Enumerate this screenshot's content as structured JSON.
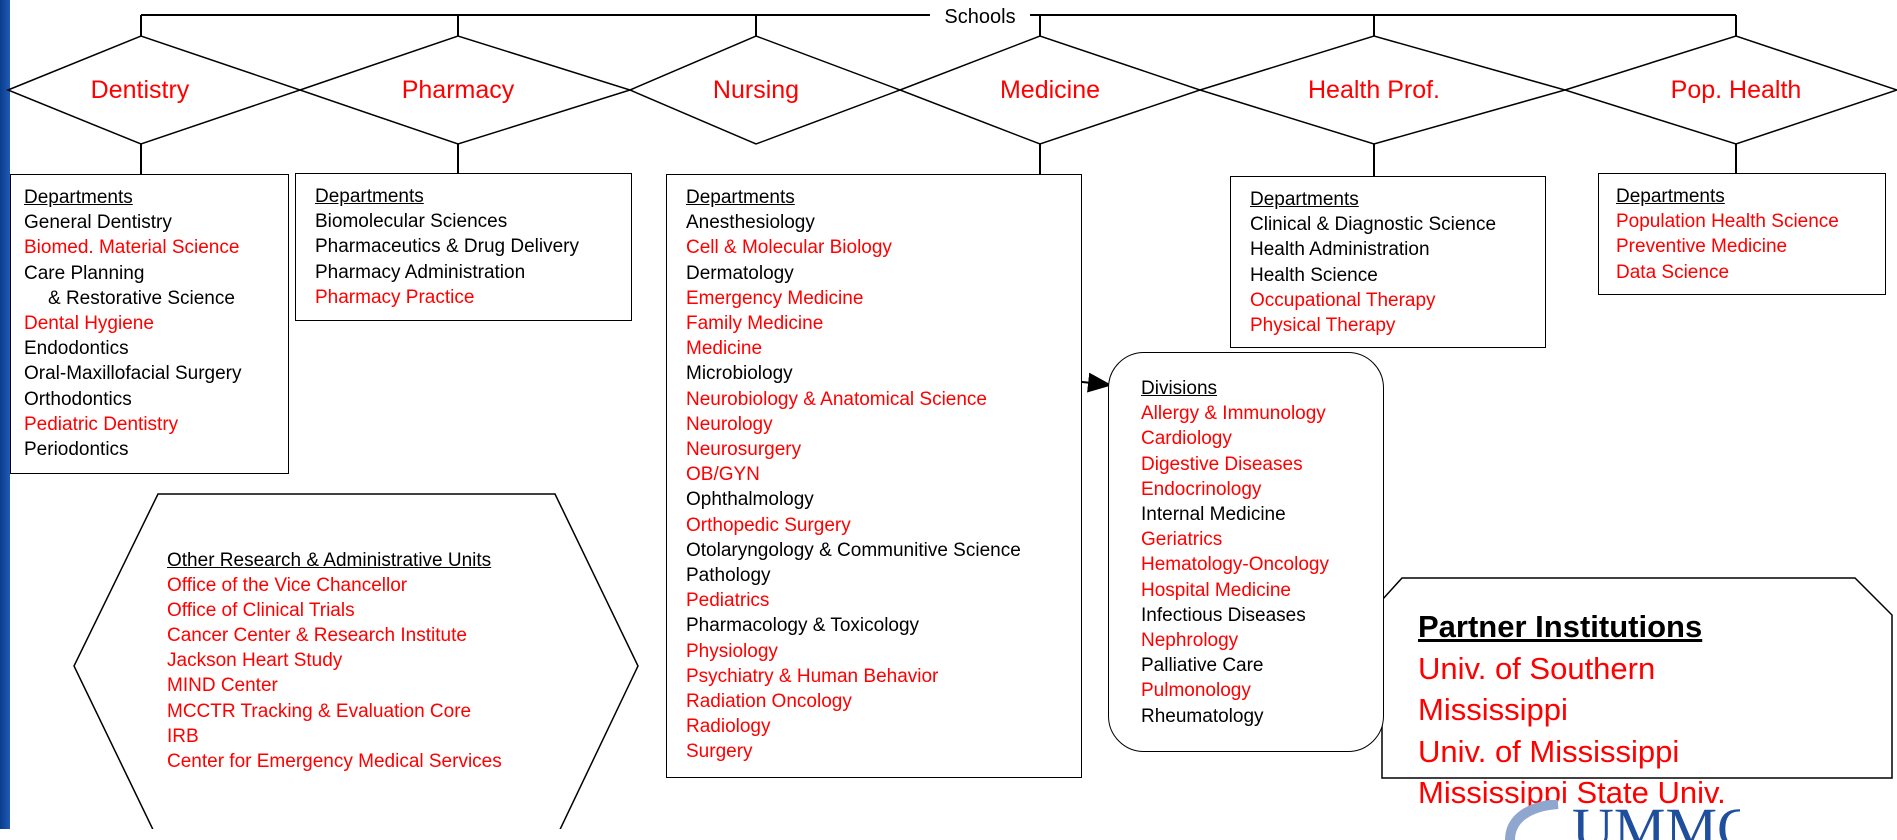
{
  "diagram": {
    "schools_title": "Schools",
    "schools": [
      {
        "label": "Dentistry"
      },
      {
        "label": "Pharmacy"
      },
      {
        "label": "Nursing"
      },
      {
        "label": "Medicine"
      },
      {
        "label": "Health Prof."
      },
      {
        "label": "Pop. Health"
      }
    ],
    "departments": {
      "dentistry": {
        "heading": "Departments",
        "items": [
          {
            "text": "General Dentistry",
            "color": "#000000"
          },
          {
            "text": "Biomed. Material Science",
            "color": "#ff0000"
          },
          {
            "text": "Care Planning",
            "color": "#000000"
          },
          {
            "text": "& Restorative Science",
            "color": "#000000"
          },
          {
            "text": "Dental Hygiene",
            "color": "#ff0000"
          },
          {
            "text": "Endodontics",
            "color": "#000000"
          },
          {
            "text": "Oral-Maxillofacial Surgery",
            "color": "#000000"
          },
          {
            "text": "Orthodontics",
            "color": "#000000"
          },
          {
            "text": "Pediatric Dentistry",
            "color": "#ff0000"
          },
          {
            "text": "Periodontics",
            "color": "#000000"
          }
        ]
      },
      "pharmacy": {
        "heading": "Departments",
        "items": [
          {
            "text": "Biomolecular Sciences",
            "color": "#000000"
          },
          {
            "text": "Pharmaceutics & Drug Delivery",
            "color": "#000000"
          },
          {
            "text": "Pharmacy Administration",
            "color": "#000000"
          },
          {
            "text": "Pharmacy Practice",
            "color": "#ff0000"
          }
        ]
      },
      "medicine": {
        "heading": "Departments",
        "items": [
          {
            "text": "Anesthesiology",
            "color": "#000000"
          },
          {
            "text": "Cell & Molecular Biology",
            "color": "#ff0000"
          },
          {
            "text": "Dermatology",
            "color": "#000000"
          },
          {
            "text": "Emergency Medicine",
            "color": "#ff0000"
          },
          {
            "text": "Family Medicine",
            "color": "#ff0000"
          },
          {
            "text": "Medicine",
            "color": "#ff0000"
          },
          {
            "text": "Microbiology",
            "color": "#000000"
          },
          {
            "text": "Neurobiology & Anatomical Science",
            "color": "#ff0000"
          },
          {
            "text": "Neurology",
            "color": "#ff0000"
          },
          {
            "text": "Neurosurgery",
            "color": "#ff0000"
          },
          {
            "text": "OB/GYN",
            "color": "#ff0000"
          },
          {
            "text": "Ophthalmology",
            "color": "#000000"
          },
          {
            "text": "Orthopedic Surgery",
            "color": "#ff0000"
          },
          {
            "text": "Otolaryngology & Communitive Science",
            "color": "#000000"
          },
          {
            "text": "Pathology",
            "color": "#000000"
          },
          {
            "text": "Pediatrics",
            "color": "#ff0000"
          },
          {
            "text": "Pharmacology & Toxicology",
            "color": "#000000"
          },
          {
            "text": "Physiology",
            "color": "#ff0000"
          },
          {
            "text": "Psychiatry & Human Behavior",
            "color": "#ff0000"
          },
          {
            "text": "Radiation Oncology",
            "color": "#ff0000"
          },
          {
            "text": "Radiology",
            "color": "#ff0000"
          },
          {
            "text": "Surgery",
            "color": "#ff0000"
          }
        ]
      },
      "health_prof": {
        "heading": "Departments",
        "items": [
          {
            "text": "Clinical & Diagnostic Science",
            "color": "#000000"
          },
          {
            "text": "Health Administration",
            "color": "#000000"
          },
          {
            "text": "Health Science",
            "color": "#000000"
          },
          {
            "text": "Occupational Therapy",
            "color": "#ff0000"
          },
          {
            "text": "Physical Therapy",
            "color": "#ff0000"
          }
        ]
      },
      "pop_health": {
        "heading": "Departments",
        "items": [
          {
            "text": "Population Health Science",
            "color": "#ff0000"
          },
          {
            "text": "Preventive Medicine",
            "color": "#ff0000"
          },
          {
            "text": "Data Science",
            "color": "#ff0000"
          }
        ]
      }
    },
    "divisions": {
      "heading": "Divisions",
      "items": [
        {
          "text": "Allergy & Immunology",
          "color": "#ff0000"
        },
        {
          "text": "Cardiology",
          "color": "#ff0000"
        },
        {
          "text": "Digestive Diseases",
          "color": "#ff0000"
        },
        {
          "text": "Endocrinology",
          "color": "#ff0000"
        },
        {
          "text": "Internal Medicine",
          "color": "#000000"
        },
        {
          "text": "Geriatrics",
          "color": "#ff0000"
        },
        {
          "text": "Hematology-Oncology",
          "color": "#ff0000"
        },
        {
          "text": "Hospital Medicine",
          "color": "#ff0000"
        },
        {
          "text": "Infectious Diseases",
          "color": "#000000"
        },
        {
          "text": "Nephrology",
          "color": "#ff0000"
        },
        {
          "text": "Palliative Care",
          "color": "#000000"
        },
        {
          "text": "Pulmonology",
          "color": "#ff0000"
        },
        {
          "text": "Rheumatology",
          "color": "#000000"
        }
      ]
    },
    "other_units": {
      "heading": "Other Research & Administrative Units",
      "items": [
        "Office of the Vice Chancellor",
        "Office of Clinical Trials",
        "Cancer Center & Research Institute",
        "Jackson Heart Study",
        "MIND Center",
        "MCCTR Tracking & Evaluation Core",
        "IRB",
        "Center for Emergency Medical Services"
      ]
    },
    "partners": {
      "heading": "Partner Institutions",
      "items": [
        "Univ. of Southern",
        "Mississippi",
        "Univ. of Mississippi",
        "Mississippi State Univ."
      ]
    },
    "logo_text": "UMMC",
    "colors": {
      "accent_red": "#ff0000",
      "text_black": "#000000",
      "left_bar_blue": "#1f5bb8",
      "logo_blue": "#1f4f9c"
    }
  }
}
